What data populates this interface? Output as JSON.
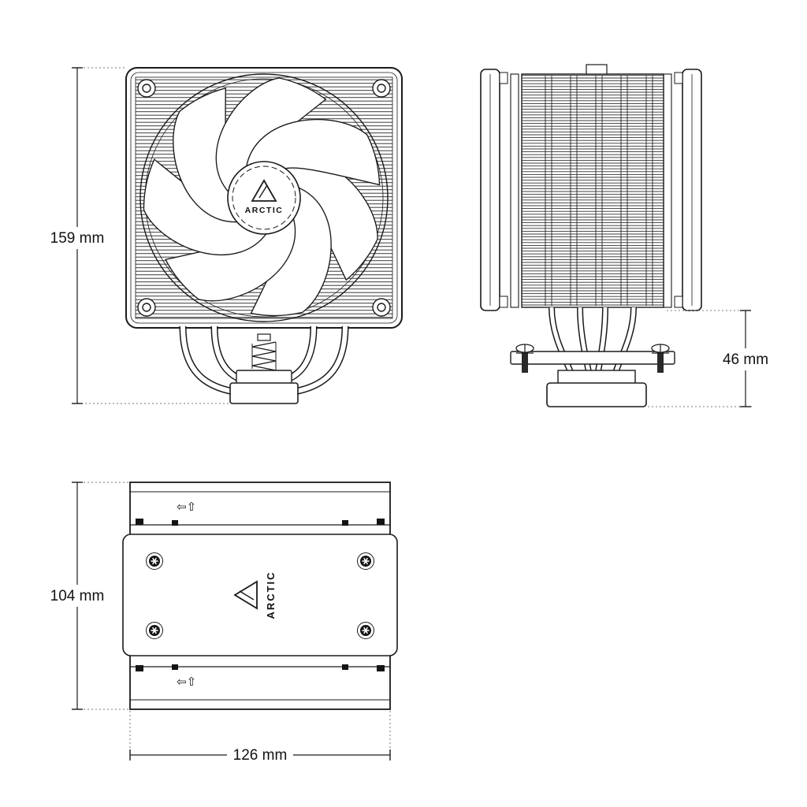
{
  "page": {
    "background": "#ffffff",
    "line_color": "#1a1a1a"
  },
  "brand": {
    "name": "ARCTIC"
  },
  "dimensions": {
    "front_height": {
      "label": "159 mm"
    },
    "side_base_height": {
      "label": "46 mm"
    },
    "top_depth": {
      "label": "104 mm"
    },
    "top_width": {
      "label": "126 mm"
    }
  },
  "top_view": {
    "direction_arrows": "⇦⇧"
  }
}
